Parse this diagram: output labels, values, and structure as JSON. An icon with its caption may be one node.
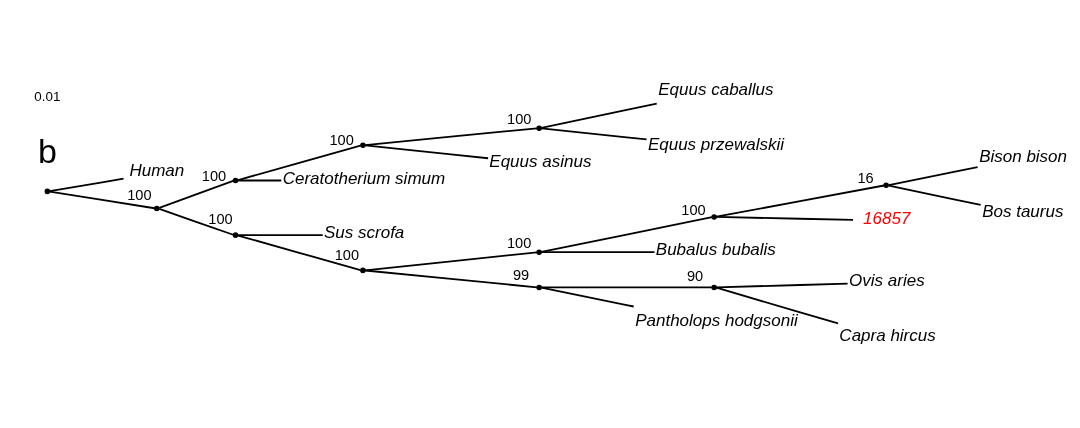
{
  "diagram": {
    "nodes": [
      {
        "text": [
          "Human"
        ]
      },
      {
        "text": [
          "Equus caballus"
        ]
      },
      {
        "text": [
          "Equus przewalskii"
        ]
      },
      {
        "text": [
          "Equus asinus"
        ]
      },
      {
        "text": [
          "Ceratotherium simum"
        ]
      },
      {
        "text": [
          "Sus scrofa"
        ]
      },
      {
        "text": [
          "Bison bison"
        ]
      },
      {
        "text": [
          "Bos taurus"
        ]
      },
      {
        "text": [
          "16857"
        ]
      },
      {
        "text": [
          "Bubalus bubalis"
        ]
      },
      {
        "text": [
          "Ovis aries"
        ]
      },
      {
        "text": [
          "Capra hircus"
        ]
      },
      {
        "text": [
          "Pantholops hodgsonii"
        ]
      },
      {
        "text": [],
        "shape": "point"
      },
      {
        "text": [],
        "shape": "point",
        "beside": [
          "100"
        ]
      },
      {
        "text": [],
        "shape": "point",
        "beside": [
          "100"
        ]
      },
      {
        "text": [],
        "shape": "point",
        "beside": [
          "100"
        ]
      },
      {
        "text": [],
        "shape": "point",
        "beside": [
          "100"
        ]
      },
      {
        "text": [],
        "shape": "point",
        "beside": [
          "100"
        ]
      },
      {
        "text": [],
        "shape": "point",
        "beside": [
          "100"
        ]
      },
      {
        "text": [],
        "shape": "point",
        "beside": [
          "99"
        ]
      },
      {
        "text": [],
        "shape": "point",
        "beside": [
          "100"
        ]
      },
      {
        "text": [],
        "shape": "point",
        "beside": [
          "90"
        ]
      },
      {
        "text": [],
        "shape": "point",
        "beside": [
          "100"
        ]
      },
      {
        "text": [],
        "shape": "point",
        "beside": [
          "16"
        ]
      }
    ],
    "edges": [
      {
        "from": 13,
        "to": 0,
        "arrow": "none"
      },
      {
        "from": 13,
        "to": 14,
        "arrow": "none"
      },
      {
        "from": 14,
        "to": 16,
        "arrow": "none"
      },
      {
        "from": 14,
        "to": 15,
        "arrow": "none"
      },
      {
        "from": 16,
        "to": 18,
        "arrow": "none"
      },
      {
        "from": 16,
        "to": 4,
        "arrow": "none"
      },
      {
        "from": 18,
        "to": 19,
        "arrow": "none"
      },
      {
        "from": 18,
        "to": 3,
        "arrow": "none"
      },
      {
        "from": 19,
        "to": 1,
        "arrow": "none"
      },
      {
        "from": 19,
        "to": 2,
        "arrow": "none"
      },
      {
        "from": 15,
        "to": 5,
        "arrow": "none"
      },
      {
        "from": 15,
        "to": 17,
        "arrow": "none"
      },
      {
        "from": 17,
        "to": 21,
        "arrow": "none"
      },
      {
        "from": 17,
        "to": 20,
        "arrow": "none"
      },
      {
        "from": 21,
        "to": 23,
        "arrow": "none"
      },
      {
        "from": 21,
        "to": 9,
        "arrow": "none"
      },
      {
        "from": 23,
        "to": 24,
        "arrow": "none"
      },
      {
        "from": 23,
        "to": 8,
        "arrow": "none"
      },
      {
        "from": 24,
        "to": 6,
        "arrow": "none"
      },
      {
        "from": 24,
        "to": 7,
        "arrow": "none"
      },
      {
        "from": 20,
        "to": 22,
        "arrow": "none"
      },
      {
        "from": 20,
        "to": 12,
        "arrow": "none"
      },
      {
        "from": 22,
        "to": 10,
        "arrow": "none"
      },
      {
        "from": 22,
        "to": 11,
        "arrow": "none"
      }
    ],
    "labels": [
      "b",
      "0.01"
    ]
  }
}
